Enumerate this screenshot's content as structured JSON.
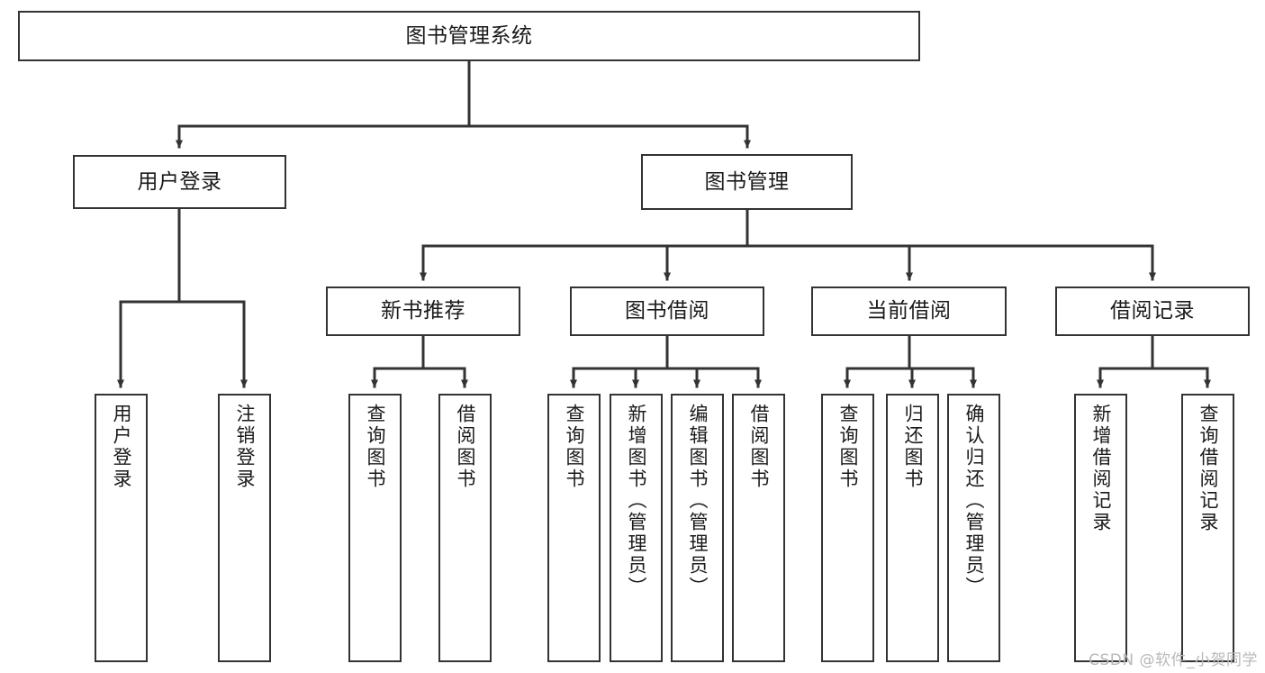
{
  "diagram": {
    "type": "tree-hierarchy",
    "title": "图书管理系统",
    "watermark": "CSDN @软件_小贺同学",
    "colors": {
      "stroke": "#333333",
      "box_fill": "#ffffff",
      "text": "#1a1a1a",
      "watermark": "#b8b8b8",
      "background": "#ffffff"
    },
    "root": {
      "label": "图书管理系统",
      "orientation": "horizontal"
    },
    "level2": [
      {
        "label": "用户登录",
        "orientation": "horizontal"
      },
      {
        "label": "图书管理",
        "orientation": "horizontal"
      }
    ],
    "level3": [
      {
        "label": "新书推荐",
        "orientation": "horizontal"
      },
      {
        "label": "图书借阅",
        "orientation": "horizontal"
      },
      {
        "label": "当前借阅",
        "orientation": "horizontal"
      },
      {
        "label": "借阅记录",
        "orientation": "horizontal"
      }
    ],
    "leaves": {
      "user_login": [
        {
          "label": "用户登录",
          "orientation": "vertical"
        },
        {
          "label": "注销登录",
          "orientation": "vertical"
        }
      ],
      "new_book_recommend": [
        {
          "label": "查询图书",
          "orientation": "vertical"
        },
        {
          "label": "借阅图书",
          "orientation": "vertical"
        }
      ],
      "book_borrow": [
        {
          "label": "查询图书",
          "orientation": "vertical"
        },
        {
          "label": "新增图书（管理员）",
          "orientation": "vertical"
        },
        {
          "label": "编辑图书（管理员）",
          "orientation": "vertical"
        },
        {
          "label": "借阅图书",
          "orientation": "vertical"
        }
      ],
      "current_borrow": [
        {
          "label": "查询图书",
          "orientation": "vertical"
        },
        {
          "label": "归还图书",
          "orientation": "vertical"
        },
        {
          "label": "确认归还（管理员）",
          "orientation": "vertical"
        }
      ],
      "borrow_record": [
        {
          "label": "新增借阅记录",
          "orientation": "vertical"
        },
        {
          "label": "查询借阅记录",
          "orientation": "vertical"
        }
      ]
    }
  }
}
